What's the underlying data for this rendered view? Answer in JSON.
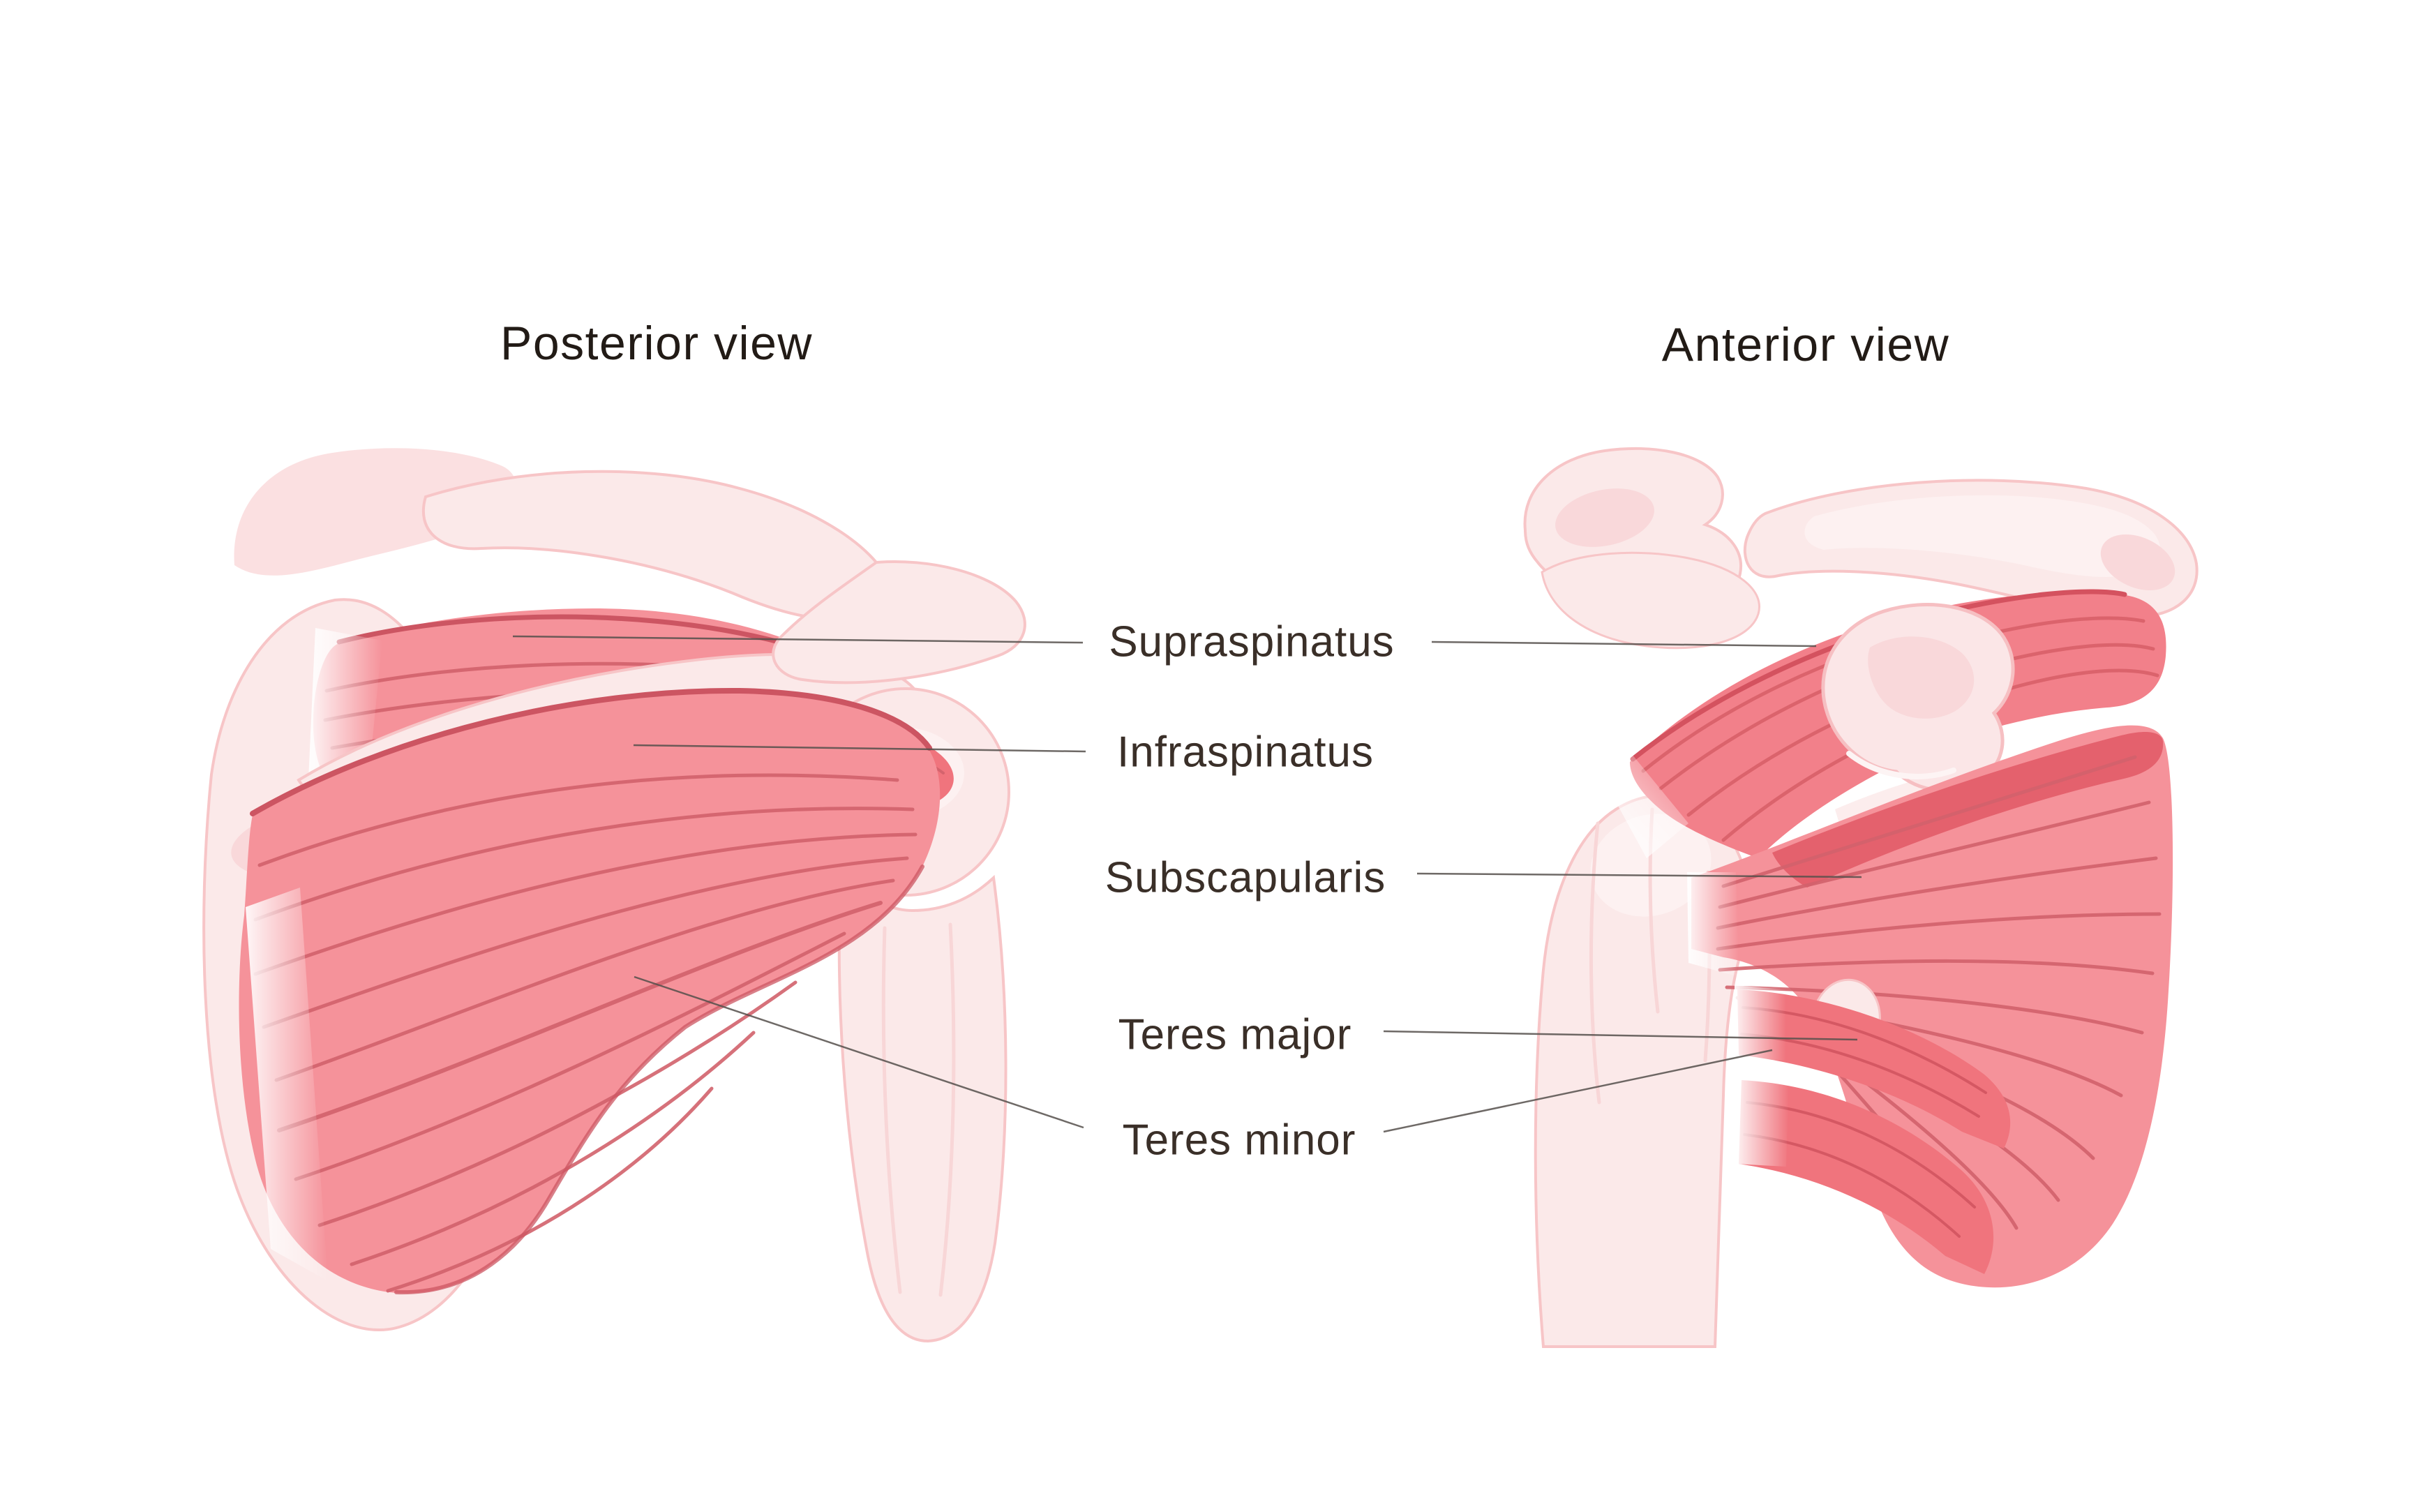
{
  "titles": {
    "posterior": "Posterior view",
    "anterior": "Anterior view"
  },
  "labels": {
    "supraspinatus": "Supraspinatus",
    "infraspinatus": "Infraspinatus",
    "subscapularis": "Subscapularis",
    "teres_major": "Teres major",
    "teres_minor": "Teres minor"
  },
  "colors": {
    "background": "#ffffff",
    "bone_fill": "#fbe9e9",
    "bone_fill_light": "#fbe0e1",
    "bone_outline": "#f7c5c7",
    "bone_inner": "#f9d8da",
    "muscle_main": "#f5929a",
    "muscle_deep": "#f0747d",
    "muscle_band": "#f2808a",
    "muscle_streak": "#d2626c",
    "muscle_edge": "#cc5562",
    "label_text": "#3a2f28",
    "title_text": "#221b16",
    "leader_line": "#55504c"
  }
}
